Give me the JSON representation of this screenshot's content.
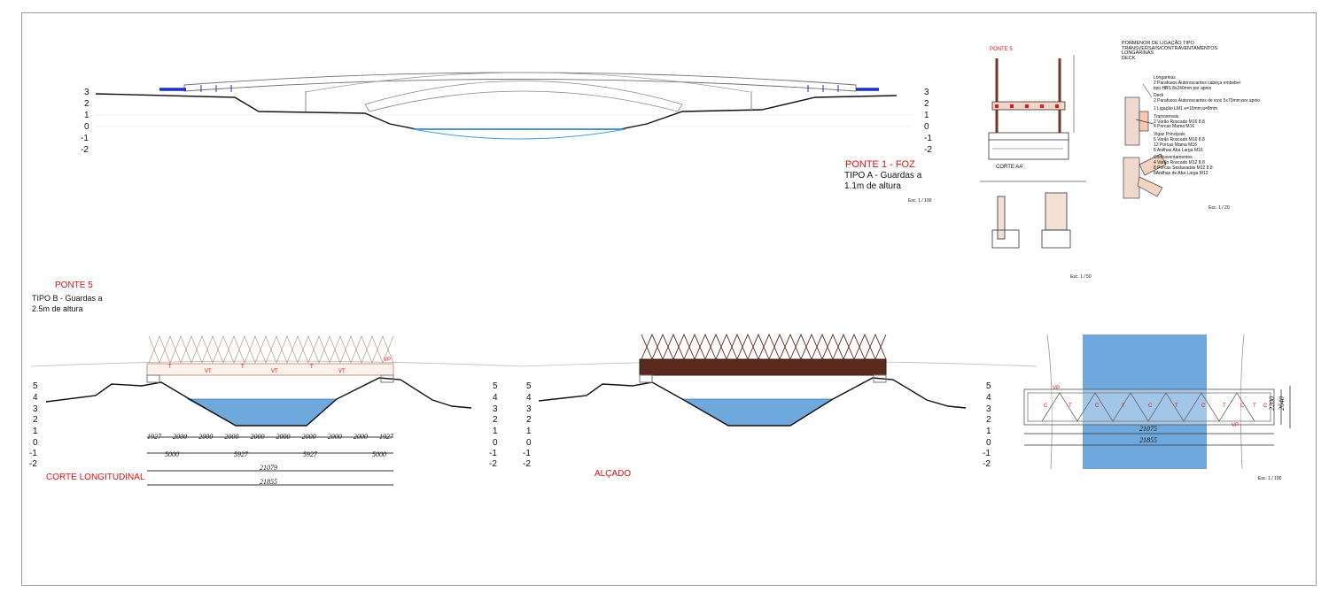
{
  "colors": {
    "water": "#6fa8dc",
    "water_line": "#3aa0e8",
    "timber": "#6b3b2a",
    "blue_bar": "#1a2fd0",
    "red_text": "#e01010"
  },
  "bridge1": {
    "title": "PONTE 1 - FOZ",
    "subtitle_1": "TIPO A - Guardas a",
    "subtitle_2": "1.1m de altura",
    "scale": "Esc. 1 / 100",
    "levels": [
      "3",
      "2",
      "1",
      "0",
      "-1",
      "-2"
    ]
  },
  "detail_section": {
    "title": "PONTE 5",
    "section_label": "CORTE AA'",
    "scale": "Esc. 1 / 50"
  },
  "connections": {
    "heading": [
      "PORMENOR DE LIGAÇÃO TIPO",
      "TRANSVERSAIS/CONTRAVENTAMENTOS",
      "LONGARINAS",
      "DECK"
    ],
    "notes": [
      "Longarinas",
      "2 Parafusos Autoroscantes cabeça embeber",
      "tipo HBS 8x240mm por apoio",
      "Deck",
      "2 Parafusos Autoroscantes de inox 5x70mm por apoio",
      "1 Ligação LM1 e=10mm;a=8mm",
      "Transversais",
      "2 Varão Roscado M16 8.8",
      "4 Porcas Mama M16",
      "Vigas Principais",
      "6 Varão Roscado M16 8.8",
      "12 Porcas Mama M16",
      "8 Anilhas Aba Larga M16",
      "Contraventamentos",
      "4 Varão Roscado M12 8.8",
      "8 Porcas Sextavadas M12 8.8",
      "8Anilhas de Aba Larga M12"
    ],
    "scale": "Esc. 1 / 20"
  },
  "bridge5": {
    "title": "PONTE 5",
    "subtitle_1": "TIPO B - Guardas a",
    "subtitle_2": "2.5m de altura",
    "levels": [
      "5",
      "4",
      "3",
      "2",
      "1",
      "0",
      "-1",
      "-2"
    ],
    "section_title": "CORTE LONGITUDINAL",
    "elevation_title": "ALÇADO",
    "dims_row1": [
      "1927",
      "2000",
      "2000",
      "2000",
      "2000",
      "2000",
      "2000",
      "2000",
      "2000",
      "1927"
    ],
    "dims_row2": [
      "5000",
      "5927",
      "5927",
      "5000"
    ],
    "dim_total_inner": "21079",
    "dim_total": "21855",
    "member_tags": [
      "VT",
      "VT",
      "VT",
      "VP",
      "T",
      "T",
      "T"
    ]
  },
  "plan": {
    "dim_inner": "21075",
    "dim_total": "21855",
    "dim_width_1": "2200",
    "dim_width_2": "2640",
    "tags": [
      "VP",
      "VP",
      "C",
      "T",
      "C",
      "T",
      "C",
      "T",
      "C",
      "T",
      "C",
      "T",
      "C"
    ],
    "scale": "Esc. 1 / 100"
  }
}
